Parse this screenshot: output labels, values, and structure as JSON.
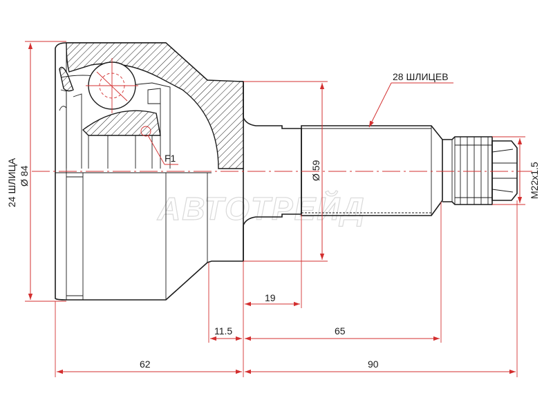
{
  "labels": {
    "splines_inner": "24 ШЛИЦА",
    "diameter_outer": "Ø 84",
    "splines_shaft": "28 ШЛИЦЕВ",
    "diameter_shaft": "Ø 59",
    "thread": "M22x1.5",
    "fastener": "F1"
  },
  "dimensions": {
    "d19": "19",
    "d115": "11.5",
    "d65": "65",
    "d62": "62",
    "d90": "90"
  },
  "watermark": "АВТОТРЕЙД",
  "colors": {
    "dimension": "#d32f2f",
    "outline": "#1a1a1a",
    "watermark": "#d9d9d9"
  }
}
